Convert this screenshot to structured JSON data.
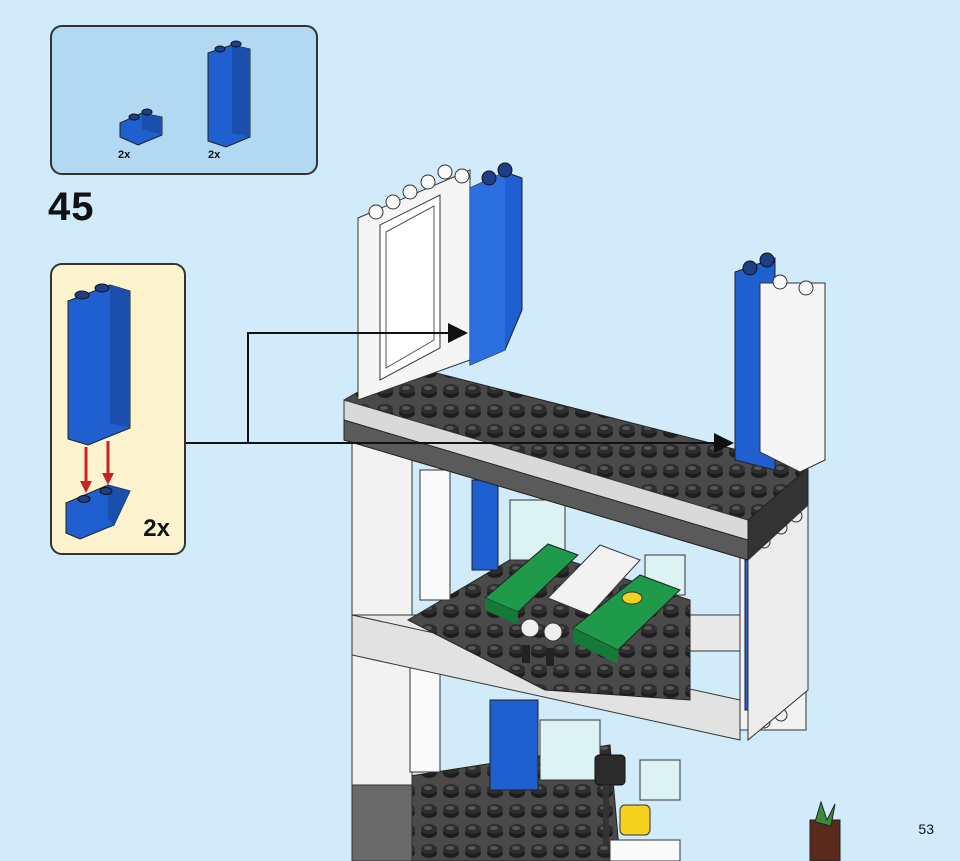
{
  "step": {
    "number": "45",
    "parts": [
      {
        "name": "blue-slope-brick",
        "quantity": "2x"
      },
      {
        "name": "blue-tall-brick",
        "quantity": "2x"
      }
    ],
    "subassembly_quantity": "2x"
  },
  "page_number": "53",
  "colors": {
    "background": "#d2ebfa",
    "parts_box": "#b3d9f2",
    "subassembly_box": "#fdf4cf",
    "brick_blue": "#1f5fcf",
    "plate_dark_gray": "#4a4a4a",
    "tile_green": "#1f9a4a",
    "arrow_red": "#cc2222"
  },
  "icons": [
    "blue-slope-brick-icon",
    "blue-tall-brick-icon",
    "build-arrow-icon",
    "down-arrow-icon"
  ]
}
